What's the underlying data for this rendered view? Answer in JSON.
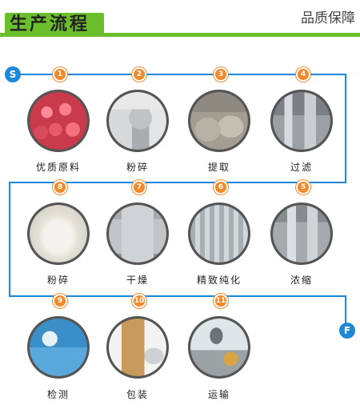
{
  "header": {
    "title": "生产流程",
    "subtitle": "品质保障"
  },
  "flow": {
    "start_label": "S",
    "end_label": "F",
    "line_color": "#1e88d8",
    "badge_color": "#f08a2c",
    "accent_color": "#6cbf2c",
    "steps": [
      {
        "number": "1",
        "label": "优质原料",
        "icon": "apples-image"
      },
      {
        "number": "2",
        "label": "粉碎",
        "icon": "grinder-machine-image"
      },
      {
        "number": "3",
        "label": "提取",
        "icon": "extraction-tanks-image"
      },
      {
        "number": "4",
        "label": "过滤",
        "icon": "filter-equipment-image"
      },
      {
        "number": "5",
        "label": "浓缩",
        "icon": "concentrator-image"
      },
      {
        "number": "6",
        "label": "精致纯化",
        "icon": "purification-equipment-image"
      },
      {
        "number": "7",
        "label": "干燥",
        "icon": "drying-machine-image"
      },
      {
        "number": "8",
        "label": "粉碎",
        "icon": "powder-image"
      },
      {
        "number": "9",
        "label": "检测",
        "icon": "lab-testing-image"
      },
      {
        "number": "10",
        "label": "包装",
        "icon": "packaging-drum-image"
      },
      {
        "number": "11",
        "label": "运输",
        "icon": "transport-image"
      }
    ]
  }
}
